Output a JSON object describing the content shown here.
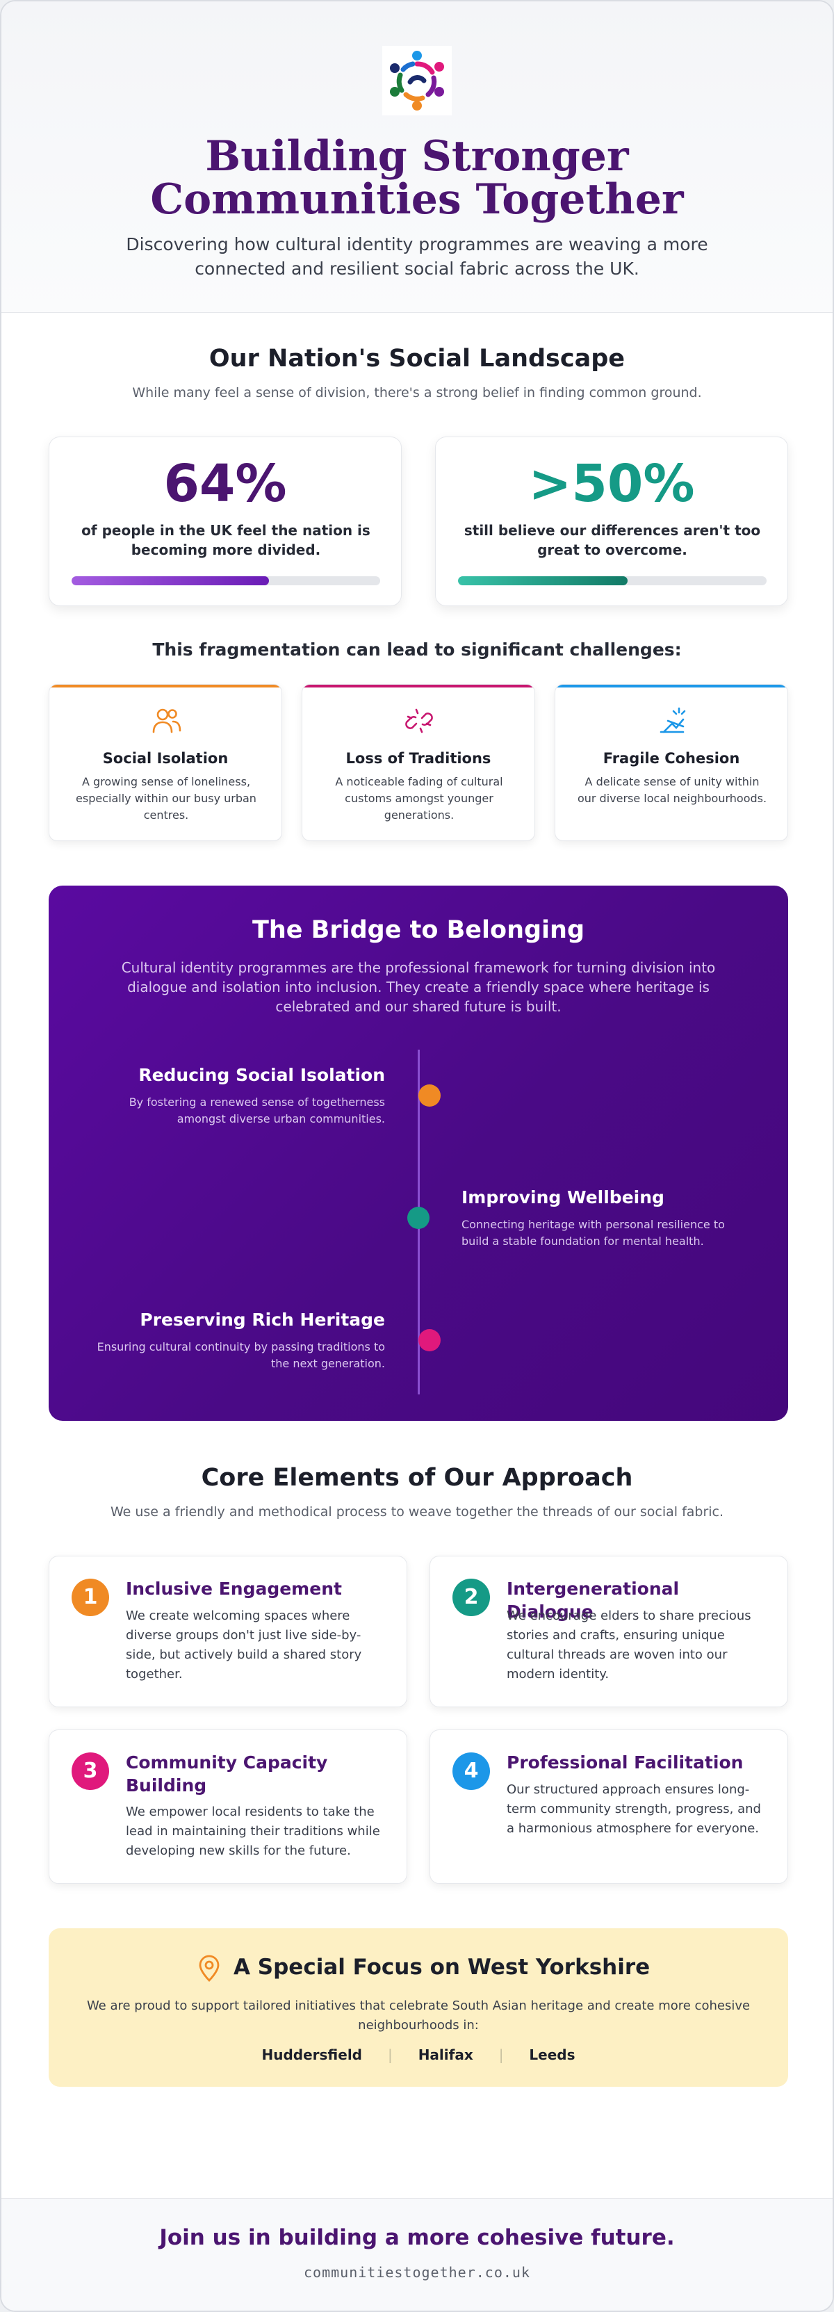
{
  "colors": {
    "brand_purple": "#4b1570",
    "orange": "#f08a24",
    "teal": "#159a86",
    "pink": "#e0197c",
    "blue": "#1c97e8",
    "focus_bg": "#fdf0c4"
  },
  "hero": {
    "logo_icon": "community-circle-logo",
    "title": "Building Stronger Communities Together",
    "subtitle": "Discovering how cultural identity programmes are weaving a more connected and resilient social fabric across the UK."
  },
  "landscape": {
    "title": "Our Nation's Social Landscape",
    "subtitle": "While many feel a sense of division, there's a strong belief in finding common ground.",
    "stats": [
      {
        "value": "64%",
        "text": "of people in the UK feel the nation is becoming more divided.",
        "progress": 0.64
      },
      {
        "value": ">50%",
        "text": "still believe our differences aren't too great to overcome.",
        "progress": 0.55
      }
    ],
    "challenges_heading": "This fragmentation can lead to significant challenges:",
    "challenges": [
      {
        "icon": "users-icon",
        "title": "Social Isolation",
        "text": "A growing sense of loneliness, especially within our busy urban centres."
      },
      {
        "icon": "broken-link-icon",
        "title": "Loss of Traditions",
        "text": "A noticeable fading of cultural customs amongst younger generations."
      },
      {
        "icon": "fragile-scales-icon",
        "title": "Fragile Cohesion",
        "text": "A delicate sense of unity within our diverse local neighbourhoods."
      }
    ]
  },
  "bridge": {
    "title": "The Bridge to Belonging",
    "subtitle": "Cultural identity programmes are the professional framework for turning division into dialogue and isolation into inclusion. They create a friendly space where heritage is celebrated and our shared future is built.",
    "items": [
      {
        "title": "Reducing Social Isolation",
        "text": "By fostering a renewed sense of togetherness amongst diverse urban communities."
      },
      {
        "title": "Improving Wellbeing",
        "text": "Connecting heritage with personal resilience to build a stable foundation for mental health."
      },
      {
        "title": "Preserving Rich Heritage",
        "text": "Ensuring cultural continuity by passing traditions to the next generation."
      }
    ]
  },
  "approach": {
    "title": "Core Elements of Our Approach",
    "subtitle": "We use a friendly and methodical process to weave together the threads of our social fabric.",
    "items": [
      {
        "number": "1",
        "title": "Inclusive Engagement",
        "text": "We create welcoming spaces where diverse groups don't just live side-by-side, but actively build a shared story together."
      },
      {
        "number": "2",
        "title": "Intergenerational Dialogue",
        "text": "We encourage elders to share precious stories and crafts, ensuring unique cultural threads are woven into our modern identity."
      },
      {
        "number": "3",
        "title": "Community Capacity Building",
        "text": "We empower local residents to take the lead in maintaining their traditions while developing new skills for the future."
      },
      {
        "number": "4",
        "title": "Professional Facilitation",
        "text": "Our structured approach ensures long-term community strength, progress, and a harmonious atmosphere for everyone."
      }
    ]
  },
  "focus": {
    "icon": "map-pin-icon",
    "title": "A Special Focus on West Yorkshire",
    "text": "We are proud to support tailored initiatives that celebrate South Asian heritage and create more cohesive neighbourhoods in:",
    "places": [
      "Huddersfield",
      "Halifax",
      "Leeds"
    ],
    "separator": "|"
  },
  "footer": {
    "cta": "Join us in building a more cohesive future.",
    "url": "communitiestogether.co.uk"
  }
}
